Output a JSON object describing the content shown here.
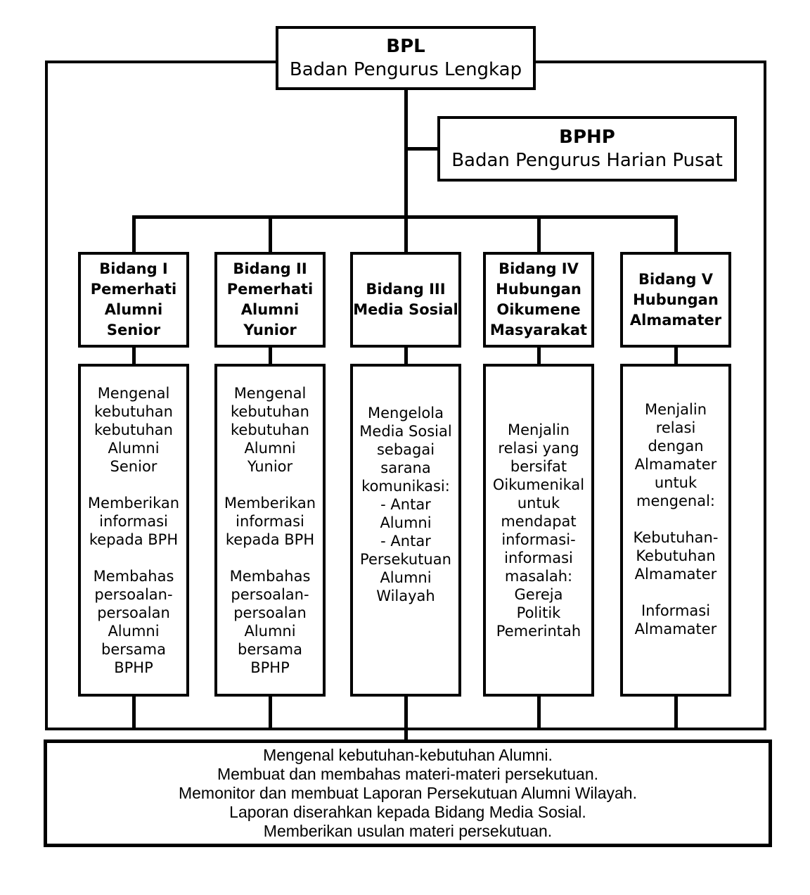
{
  "page": {
    "background_color": "#ffffff",
    "line_color": "#000000"
  },
  "org_chart": {
    "root": {
      "acronym": "BPL",
      "name": "Badan Pengurus Lengkap"
    },
    "executive": {
      "acronym": "BPHP",
      "name": "Badan Pengurus Harian Pusat"
    },
    "divisions": [
      {
        "id": "bidang-1",
        "title_lines": [
          "Bidang I",
          "Pemerhati",
          "Alumni",
          "Senior"
        ],
        "duty_lines": [
          "Mengenal",
          "kebutuhan",
          "kebutuhan",
          "Alumni",
          "Senior",
          "",
          "Memberikan",
          "informasi",
          "kepada BPH",
          "",
          "Membahas",
          "persoalan-",
          "persoalan",
          "Alumni",
          "bersama",
          "BPHP"
        ]
      },
      {
        "id": "bidang-2",
        "title_lines": [
          "Bidang II",
          "Pemerhati",
          "Alumni",
          "Yunior"
        ],
        "duty_lines": [
          "Mengenal",
          "kebutuhan",
          "kebutuhan",
          "Alumni",
          "Yunior",
          "",
          "Memberikan",
          "informasi",
          "kepada BPH",
          "",
          "Membahas",
          "persoalan-",
          "persoalan",
          "Alumni",
          "bersama",
          "BPHP"
        ]
      },
      {
        "id": "bidang-3",
        "title_lines": [
          "Bidang III",
          "Media Sosial"
        ],
        "duty_lines": [
          "Mengelola",
          "Media Sosial",
          "sebagai",
          "sarana",
          "komunikasi:",
          "- Antar",
          "Alumni",
          "- Antar",
          "Persekutuan",
          "Alumni",
          "Wilayah"
        ]
      },
      {
        "id": "bidang-4",
        "title_lines": [
          "Bidang IV",
          "Hubungan",
          "Oikumene",
          "Masyarakat"
        ],
        "duty_lines": [
          "Menjalin",
          "relasi yang",
          "bersifat",
          "Oikumenikal",
          "untuk",
          "mendapat",
          "informasi-",
          "informasi",
          "masalah:",
          "Gereja",
          "Politik",
          "Pemerintah"
        ]
      },
      {
        "id": "bidang-5",
        "title_lines": [
          "Bidang V",
          "Hubungan",
          "Almamater"
        ],
        "duty_lines": [
          "Menjalin",
          "relasi",
          "dengan",
          "Almamater",
          "untuk",
          "mengenal:",
          "",
          "Kebutuhan-",
          "Kebutuhan",
          "Almamater",
          "",
          "Informasi",
          "Almamater"
        ]
      }
    ],
    "footer_lines": [
      "Mengenal kebutuhan-kebutuhan Alumni.",
      "Membuat dan membahas materi-materi persekutuan.",
      "Memonitor dan membuat Laporan Persekutuan Alumni Wilayah.",
      "Laporan diserahkan kepada Bidang Media Sosial.",
      "Memberikan usulan materi persekutuan."
    ]
  }
}
